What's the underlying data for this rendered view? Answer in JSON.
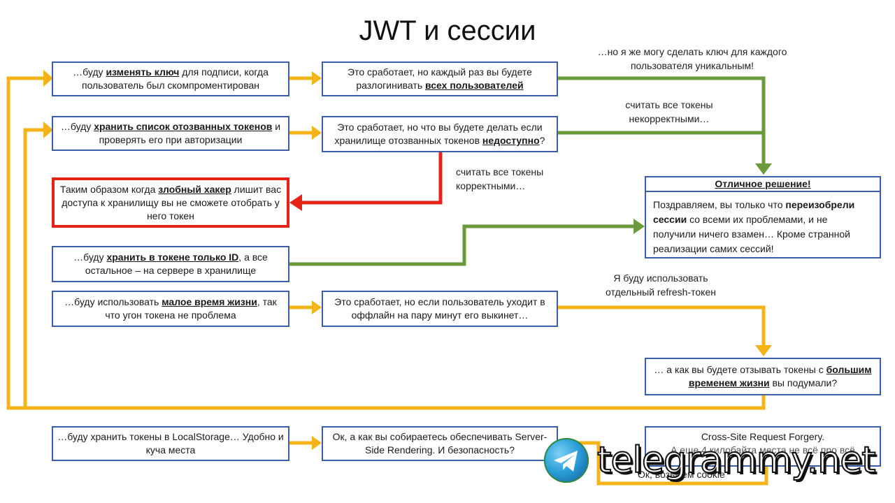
{
  "title": "JWT и сессии",
  "colors": {
    "yellow": "#f5b31a",
    "green": "#6a9a3b",
    "red": "#e52417",
    "blue_border": "#3b5ea6"
  },
  "boxes": {
    "b1": {
      "pre": "…буду ",
      "hl": "изменять ключ",
      "post": " для подписи, когда пользователь был скомпроментирован"
    },
    "b2": {
      "pre": "Это сработает, но каждый раз вы будете разлогинивать ",
      "hl": "всех пользователей",
      "post": ""
    },
    "b3": {
      "pre": "…буду ",
      "hl": "хранить список отозванных токенов",
      "post": " и проверять его при авторизации"
    },
    "b4": {
      "pre": "Это сработает, но что вы будете делать если хранилище отозванных токенов ",
      "hl": "недоступно",
      "post": "?"
    },
    "b5": {
      "pre": "Таким образом когда ",
      "hl": "злобный хакер",
      "post": " лишит вас доступа к хранилищу вы не сможете отобрать у него токен"
    },
    "b6": {
      "pre": "…буду ",
      "hl": "хранить в токене только ID",
      "post": ", а все остальное – на сервере в хранилище"
    },
    "b7": {
      "pre": "…буду использовать ",
      "hl": "малое время жизни",
      "post": ", так что угон токена не проблема"
    },
    "b8": {
      "text": "Это сработает, но если пользователь уходит в оффлайн на пару минут его выкинет…"
    },
    "b9": {
      "pre": "… а как вы будете отзывать токены с ",
      "hl": "большим временем жизни",
      "post": " вы подумали?"
    },
    "b10": {
      "text": "…буду хранить токены в LocalStorage… Удобно и куча места"
    },
    "b11": {
      "text": "Ок, а как вы собираетесь обеспечивать Server-Side Rendering. И безопасность?"
    },
    "b12": {
      "line1": "Cross-Site Request Forgery.",
      "line2": "А еще 4 килобайта места не всё про всё"
    },
    "solution": {
      "heading": "Отличное решение!",
      "pre": "Поздравляем, вы только что ",
      "b": "переизобрели сессии",
      "post": " со всеми их проблемами, и не получили ничего взамен… Кроме странной реализации самих сессий!"
    }
  },
  "notes": {
    "n1": "…но я же могу сделать ключ для каждого пользователя уникальным!",
    "n2": "считать все токены некорректными…",
    "n3": "считать все токены корректными…",
    "n4": "Я буду использовать отдельный refresh-токен",
    "n5": "Ок, возьмем cookie"
  },
  "watermark": {
    "text": "telegrammy.net",
    "icon": "telegram-plane-icon"
  }
}
